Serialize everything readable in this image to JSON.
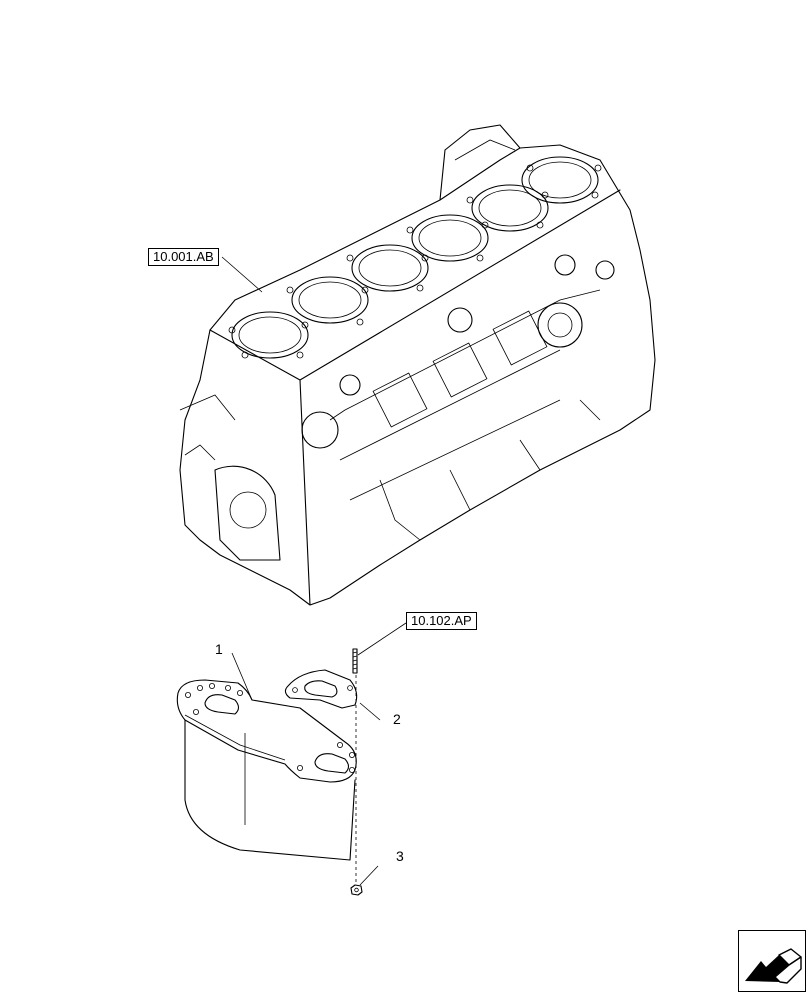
{
  "references": {
    "engine_block": "10.001.AB",
    "stud": "10.102.AP"
  },
  "callouts": {
    "c1": "1",
    "c2": "2",
    "c3": "3"
  },
  "icons": {
    "navigation": "arrow-icon"
  }
}
